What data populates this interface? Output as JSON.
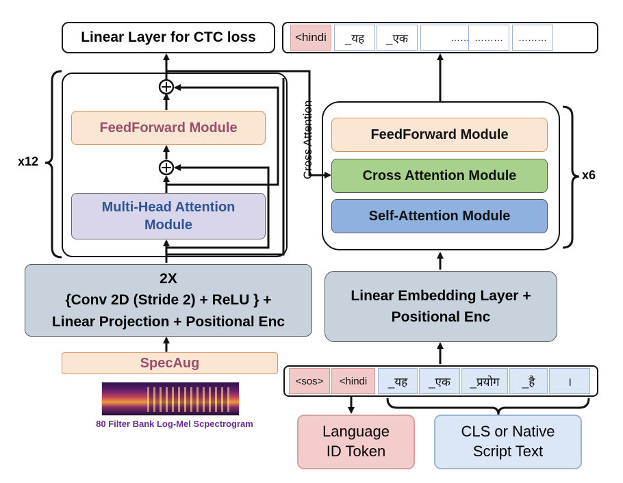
{
  "encoder": {
    "ctc_layer": "Linear Layer for CTC loss",
    "feedforward": "FeedForward Module",
    "mha_line1": "Multi-Head Attention",
    "mha_line2": "Module",
    "repeat": "x12",
    "conv_line1": "2X",
    "conv_line2": "{Conv 2D (Stride 2) + ReLU } +",
    "conv_line3": "Linear Projection + Positional Enc",
    "specaug": "SpecAug",
    "spectrogram_caption": "80 Filter Bank Log-Mel Scpectrogram"
  },
  "cross_attention_label": "Cross Attention",
  "decoder": {
    "feedforward": "FeedForward Module",
    "cross_attention": "Cross Attention Module",
    "self_attention": "Self-Attention Module",
    "repeat": "x6",
    "embedding_line1": "Linear Embedding Layer +",
    "embedding_line2": "Positional Enc"
  },
  "output_tokens": [
    "<hindi",
    "_यह",
    "_एक",
    "………",
    "………",
    "………"
  ],
  "input_tokens": [
    "<sos>",
    "<hindi",
    "_यह",
    "_एक",
    "_प्रयोग",
    "_है",
    "।"
  ],
  "legend": {
    "language_id_line1": "Language",
    "language_id_line2": "ID Token",
    "script_text_line1": "CLS or Native",
    "script_text_line2": "Script Text"
  },
  "colors": {
    "feedforward_fill": "#fbe5d3",
    "feedforward_border": "#d9905a",
    "feedforward_text_encoder": "#9a4e6a",
    "mha_fill": "#d9d5ea",
    "mha_text": "#2e5592",
    "cross_attention_fill": "#a9d18e",
    "self_attention_fill": "#8fb1e0",
    "conv_block_fill": "#c7d2dc",
    "specaug_text": "#9a4e6a",
    "caption_text": "#6a2d91",
    "language_id_fill": "#f4cccc",
    "script_text_fill": "#dbe6f6"
  }
}
